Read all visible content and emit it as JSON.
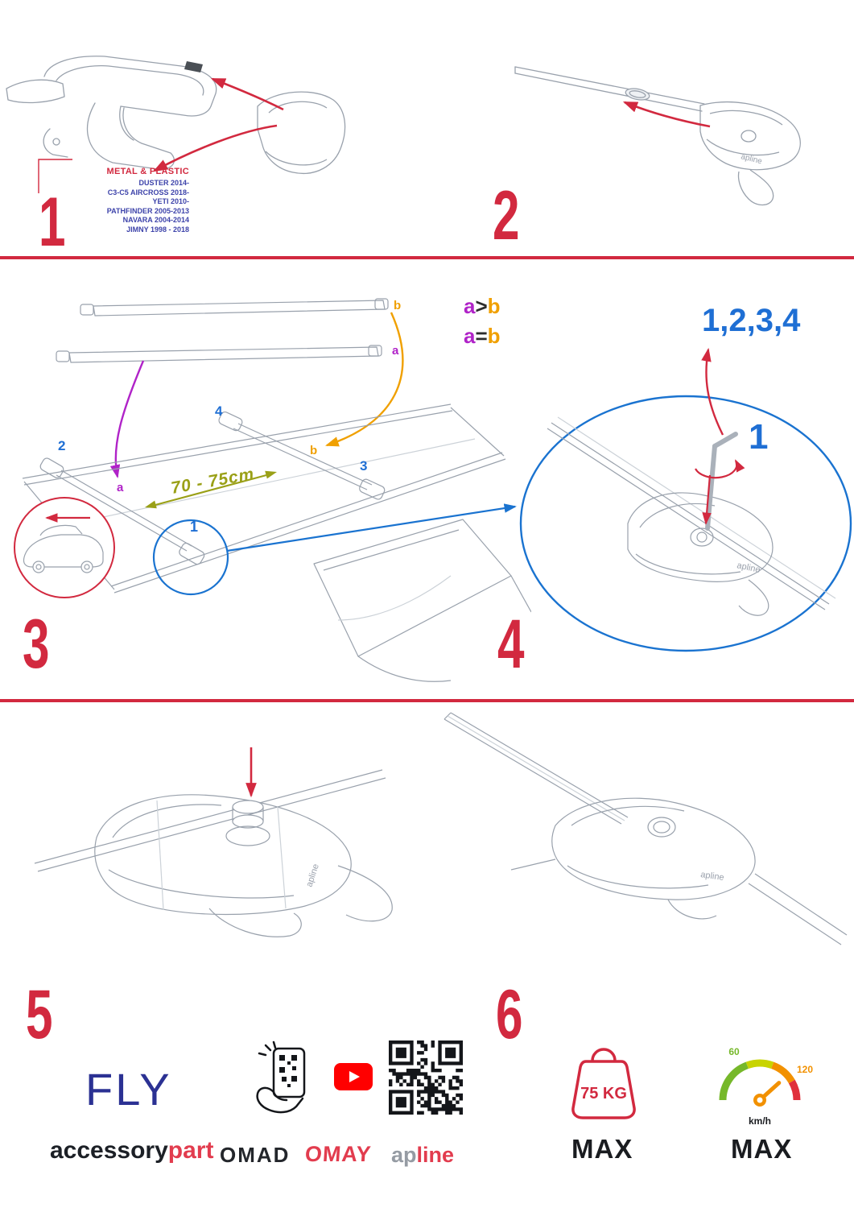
{
  "colors": {
    "red": "#d2293f",
    "blue": "#1f6fd4",
    "navy": "#2b3193",
    "purple": "#b023c8",
    "orange": "#f0a000",
    "olive": "#9aa017"
  },
  "steps": {
    "s1": {
      "number": "1",
      "material": "METAL & PLASTIC",
      "models": [
        "DUSTER 2014-",
        "C3-C5 AIRCROSS 2018-",
        "YETI 2010-",
        "PATHFINDER 2005-2013",
        "NAVARA 2004-2014",
        "JIMNY 1998 - 2018"
      ]
    },
    "s2": {
      "number": "2"
    },
    "s3": {
      "number": "3",
      "legend": [
        {
          "a": "a",
          "op": ">",
          "b": "b"
        },
        {
          "a": "a",
          "op": "=",
          "b": "b"
        }
      ],
      "measurement": "70 - 75cm",
      "bar_b": "b",
      "bar_a": "a",
      "point_b": "b",
      "point_a": "a",
      "foot1": "1",
      "foot2": "2",
      "foot3": "3",
      "foot4": "4"
    },
    "s4": {
      "number": "4",
      "sequence": "1,2,3,4",
      "first": "1"
    },
    "s5": {
      "number": "5"
    },
    "s6": {
      "number": "6"
    }
  },
  "brand_mark": "apline",
  "footer": {
    "fly": "FLY",
    "accessory": "accessory",
    "part": "part",
    "omad": "OMAD",
    "omay": "OMAY",
    "ap": "ap",
    "line": "line",
    "weight_value": "75 KG",
    "weight_max": "MAX",
    "speed_min": "60",
    "speed_high": "120",
    "speed_unit": "km/h",
    "speed_max": "MAX"
  }
}
